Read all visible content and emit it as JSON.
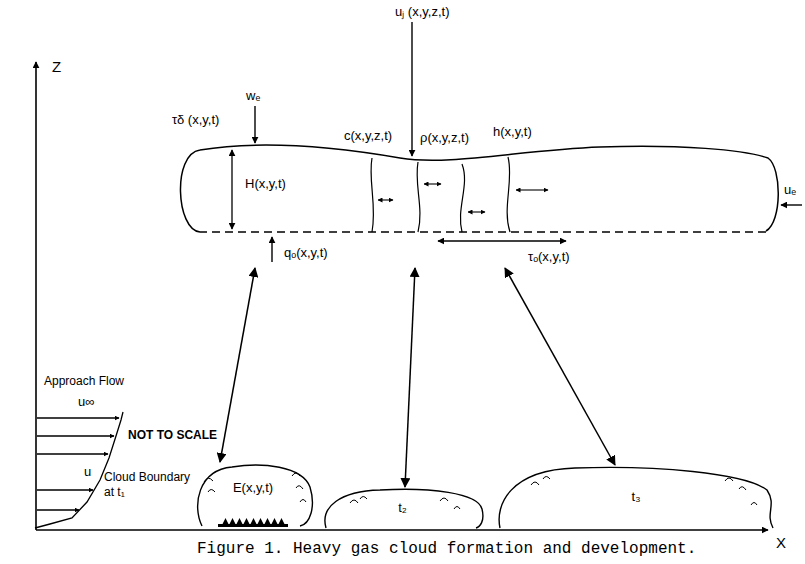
{
  "diagram": {
    "caption": "Figure 1. Heavy gas cloud formation and development.",
    "nodes": [
      {
        "text": [
          "c(x,y,z,t)",
          "ρ(x,y,z,t)",
          "h(x,y,t)",
          "H(x,y,t)"
        ]
      },
      {
        "text": [
          "E(x,y,t)"
        ]
      },
      {
        "text": [
          "t₂"
        ]
      },
      {
        "text": [
          "t₃"
        ]
      }
    ],
    "edges": [
      {
        "from": 0,
        "to": 1,
        "arrow": "both"
      },
      {
        "from": 0,
        "to": 2,
        "arrow": "both"
      },
      {
        "from": 0,
        "to": 3,
        "arrow": "both"
      }
    ],
    "labels": [
      "uⱼ (x,y,z,t)",
      "wₑ",
      "τδ (x,y,t)",
      "uₑ",
      "qₒ(x,y,t)",
      "τₒ(x,y,t)",
      "Approach Flow",
      "u∞",
      "NOT TO SCALE",
      "u",
      "Cloud Boundary at t₁",
      "Z",
      "X"
    ]
  }
}
